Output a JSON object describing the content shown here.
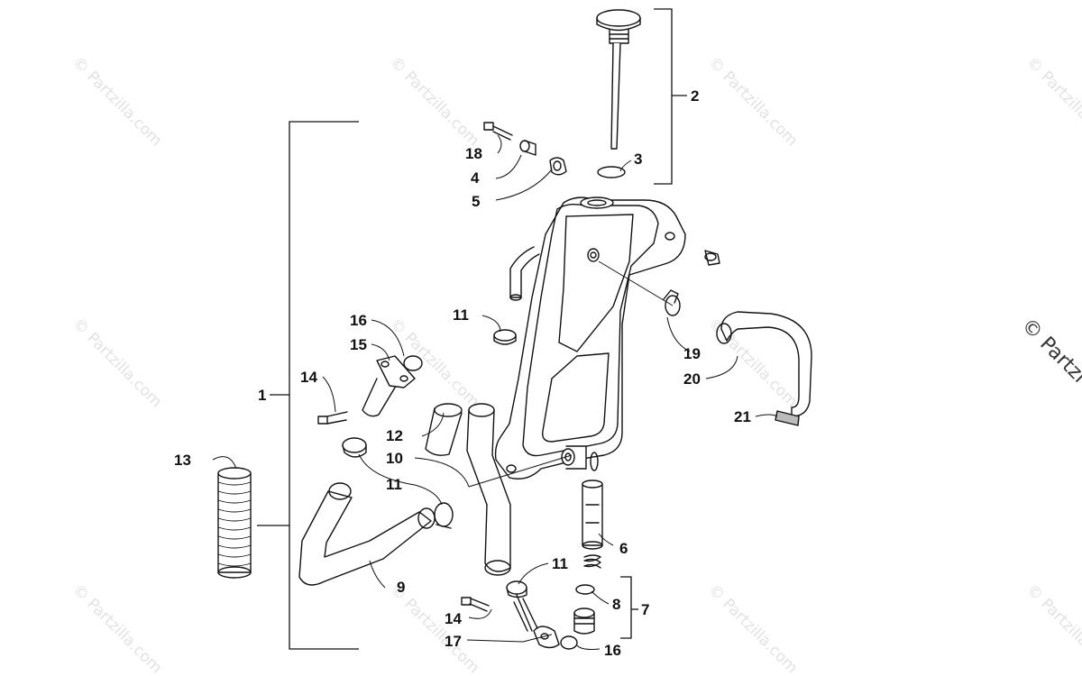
{
  "diagram": {
    "callouts": {
      "c1": "1",
      "c2": "2",
      "c3": "3",
      "c4": "4",
      "c5": "5",
      "c6": "6",
      "c7": "7",
      "c8": "8",
      "c9": "9",
      "c10": "10",
      "c11a": "11",
      "c11b": "11",
      "c11c": "11",
      "c12": "12",
      "c13": "13",
      "c14a": "14",
      "c14b": "14",
      "c15": "15",
      "c16a": "16",
      "c16b": "16",
      "c17": "17",
      "c18": "18",
      "c19": "19",
      "c20": "20",
      "c21": "21"
    },
    "watermark": {
      "text": "© Partzilla.com",
      "edge_text": "© Partzi"
    }
  }
}
